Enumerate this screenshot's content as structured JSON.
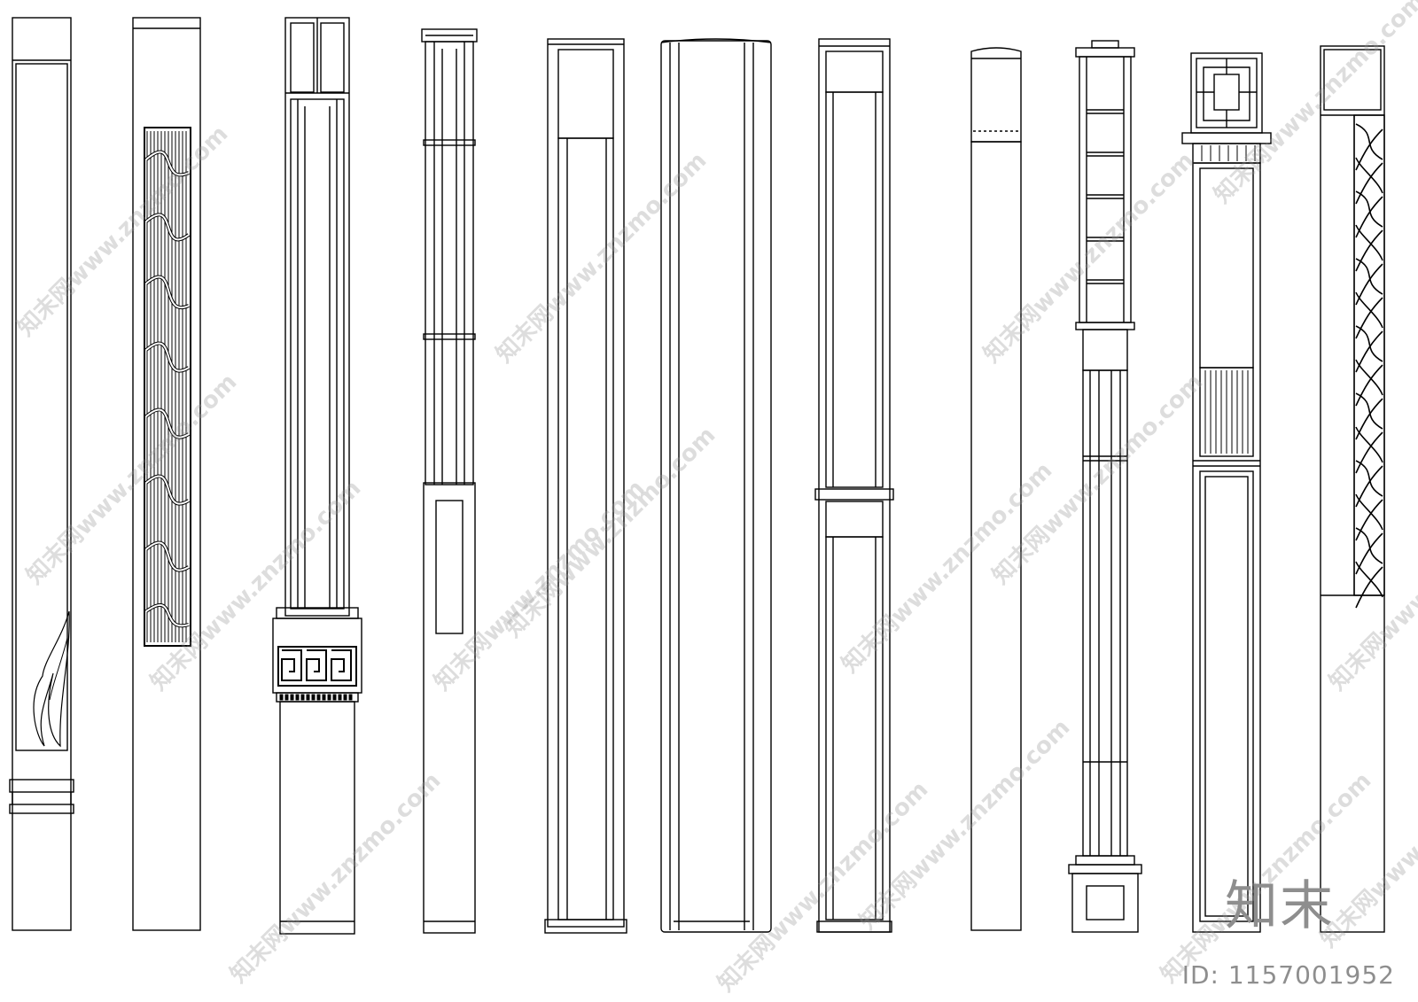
{
  "watermark": {
    "text": "知末网www.znzmo.com"
  },
  "branding": {
    "logo_text": "知末",
    "id_text": "ID: 1157001952"
  },
  "colors": {
    "line": "#000000",
    "fill": "#ffffff",
    "watermark": "#969696",
    "logo": "#8e8e8e"
  },
  "posts": [
    "post-flame-motif",
    "post-wave-panel",
    "post-fret-band",
    "post-slim-segmented",
    "post-plain-panel",
    "post-cylinder",
    "post-double-panel",
    "post-round-cap",
    "post-ladder-lantern",
    "post-lattice-head",
    "post-branch-pattern"
  ]
}
